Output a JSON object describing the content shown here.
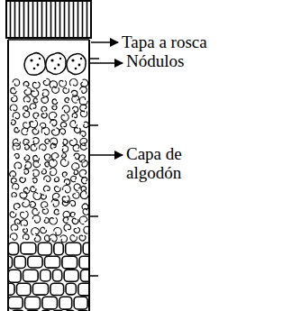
{
  "diagram": {
    "labels": [
      "Tapa a rosca",
      "Nódulos",
      "Capa de algodón"
    ]
  }
}
